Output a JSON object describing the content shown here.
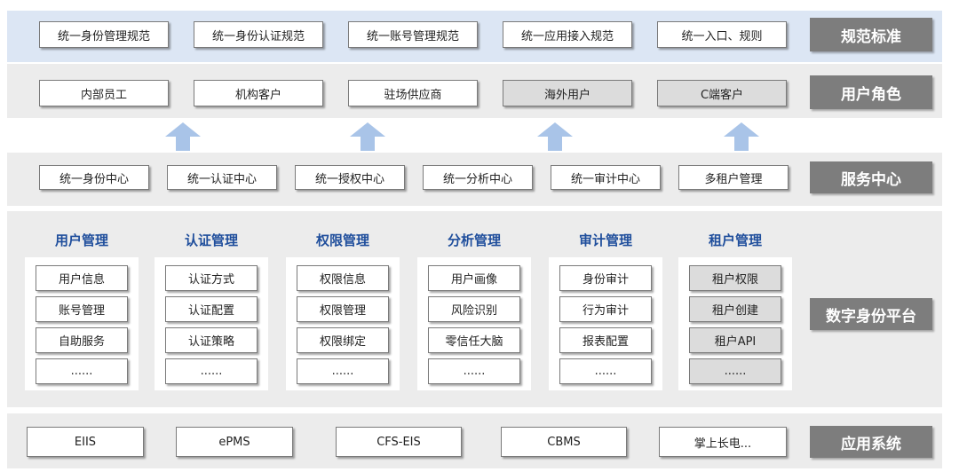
{
  "standards": {
    "label": "规范标准",
    "items": [
      "统一身份管理规范",
      "统一身份认证规范",
      "统一账号管理规范",
      "统一应用接入规范",
      "统一入口、规则"
    ]
  },
  "roles": {
    "label": "用户角色",
    "items": [
      "内部员工",
      "机构客户",
      "驻场供应商",
      "海外用户",
      "C端客户"
    ]
  },
  "service_center": {
    "label": "服务中心",
    "items": [
      "统一身份中心",
      "统一认证中心",
      "统一授权中心",
      "统一分析中心",
      "统一审计中心",
      "多租户管理"
    ]
  },
  "platform": {
    "label": "数字身份平台",
    "columns": [
      {
        "title": "用户管理",
        "items": [
          "用户信息",
          "账号管理",
          "自助服务",
          "......"
        ]
      },
      {
        "title": "认证管理",
        "items": [
          "认证方式",
          "认证配置",
          "认证策略",
          "......"
        ]
      },
      {
        "title": "权限管理",
        "items": [
          "权限信息",
          "权限管理",
          "权限绑定",
          "......"
        ]
      },
      {
        "title": "分析管理",
        "items": [
          "用户画像",
          "风险识别",
          "零信任大脑",
          "......"
        ]
      },
      {
        "title": "审计管理",
        "items": [
          "身份审计",
          "行为审计",
          "报表配置",
          "......"
        ]
      },
      {
        "title": "租户管理",
        "items": [
          "租户权限",
          "租户创建",
          "租户API",
          "......"
        ]
      }
    ]
  },
  "app_systems": {
    "label": "应用系统",
    "items": [
      "EIIS",
      "ePMS",
      "CFS-EIS",
      "CBMS",
      "掌上长电..."
    ]
  },
  "colors": {
    "label_bg": "#7d7d7d",
    "standards_band": "#dce6f4",
    "band_gray": "#ececec",
    "column_title": "#1f4e9c",
    "arrow": "#a9c4e8"
  },
  "icons": [
    "up-arrow-icon"
  ]
}
